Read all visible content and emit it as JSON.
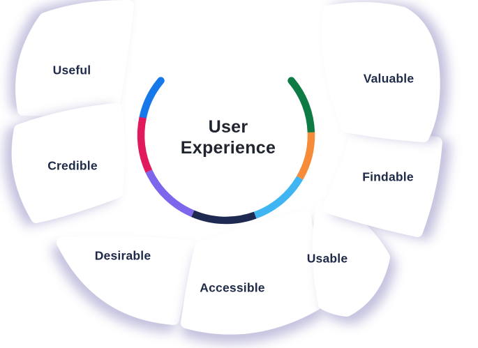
{
  "diagram": {
    "title": {
      "line1": "User",
      "line2": "Experience"
    },
    "items": [
      {
        "id": "useful",
        "label": "Useful",
        "color": "#1778E9"
      },
      {
        "id": "credible",
        "label": "Credible",
        "color": "#E01A5C"
      },
      {
        "id": "desirable",
        "label": "Desirable",
        "color": "#7D66EC"
      },
      {
        "id": "accessible",
        "label": "Accessible",
        "color": "#1D2950"
      },
      {
        "id": "usable",
        "label": "Usable",
        "color": "#3FB6F1"
      },
      {
        "id": "findable",
        "label": "Findable",
        "color": "#F68C3A"
      },
      {
        "id": "valuable",
        "label": "Valuable",
        "color": "#0E7B45"
      }
    ],
    "colors": {
      "background": "#FFFFFF",
      "petal_fill": "#FFFFFF",
      "label_text": "#1E2A47",
      "title_text": "#20242F",
      "shadow": "rgba(99,94,168,0.38)"
    }
  }
}
